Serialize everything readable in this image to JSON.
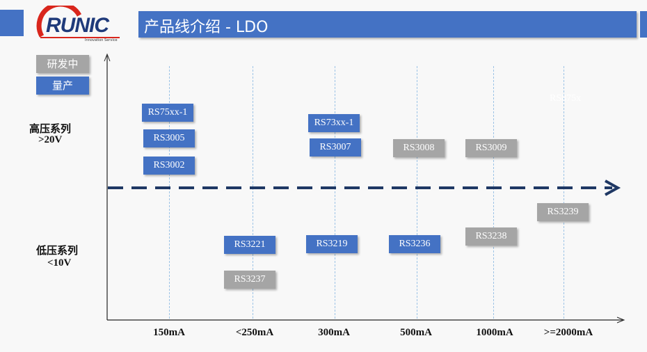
{
  "header": {
    "title": "产品线介绍 -  LDO",
    "logo_text": "RUNIC",
    "logo_tagline": "Innovation Service"
  },
  "legend": {
    "developing": "研发中",
    "production": "量产"
  },
  "y_labels": {
    "high": "高压系列",
    "high_sub": ">20V",
    "low": "低压系列",
    "low_sub": "<10V"
  },
  "x_labels": [
    "150mA",
    "<250mA",
    "300mA",
    "500mA",
    "1000mA",
    ">=2000mA"
  ],
  "colors": {
    "production": "#4472c4",
    "developing": "#a5a5a5",
    "arrow": "#1f3864",
    "header": "#4472c4"
  },
  "products": [
    "RS75xx-1",
    "RS3005",
    "RS3002",
    "RS73xx-1",
    "RS3007",
    "RS3008",
    "RS3009",
    "RS3239",
    "RS3221",
    "RS3219",
    "RS3236",
    "RS3238",
    "RS3237"
  ],
  "faint_label": "RS875x"
}
